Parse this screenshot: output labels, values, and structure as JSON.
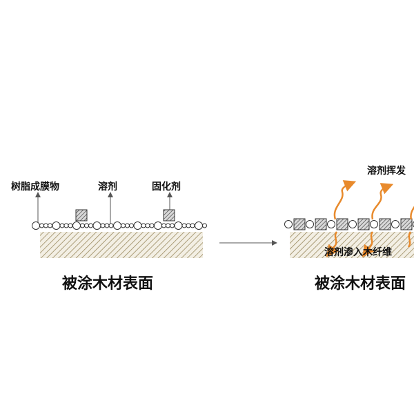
{
  "colors": {
    "line": "#333333",
    "hatch": "#8a7a55",
    "substrate_bg": "#f3efe4",
    "arrow_orange": "#e88a2c",
    "block_fill": "#bdbdbd",
    "block_stroke": "#333333"
  },
  "left": {
    "resin_label": "树脂成膜物",
    "solvent_label": "溶剂",
    "curing_label": "固化剂",
    "surface_label": "被涂木材表面"
  },
  "right": {
    "evaporate_label": "溶剂挥发",
    "penetrate_label": "溶剂渗入木纤维",
    "surface_label": "被涂木材表面"
  }
}
